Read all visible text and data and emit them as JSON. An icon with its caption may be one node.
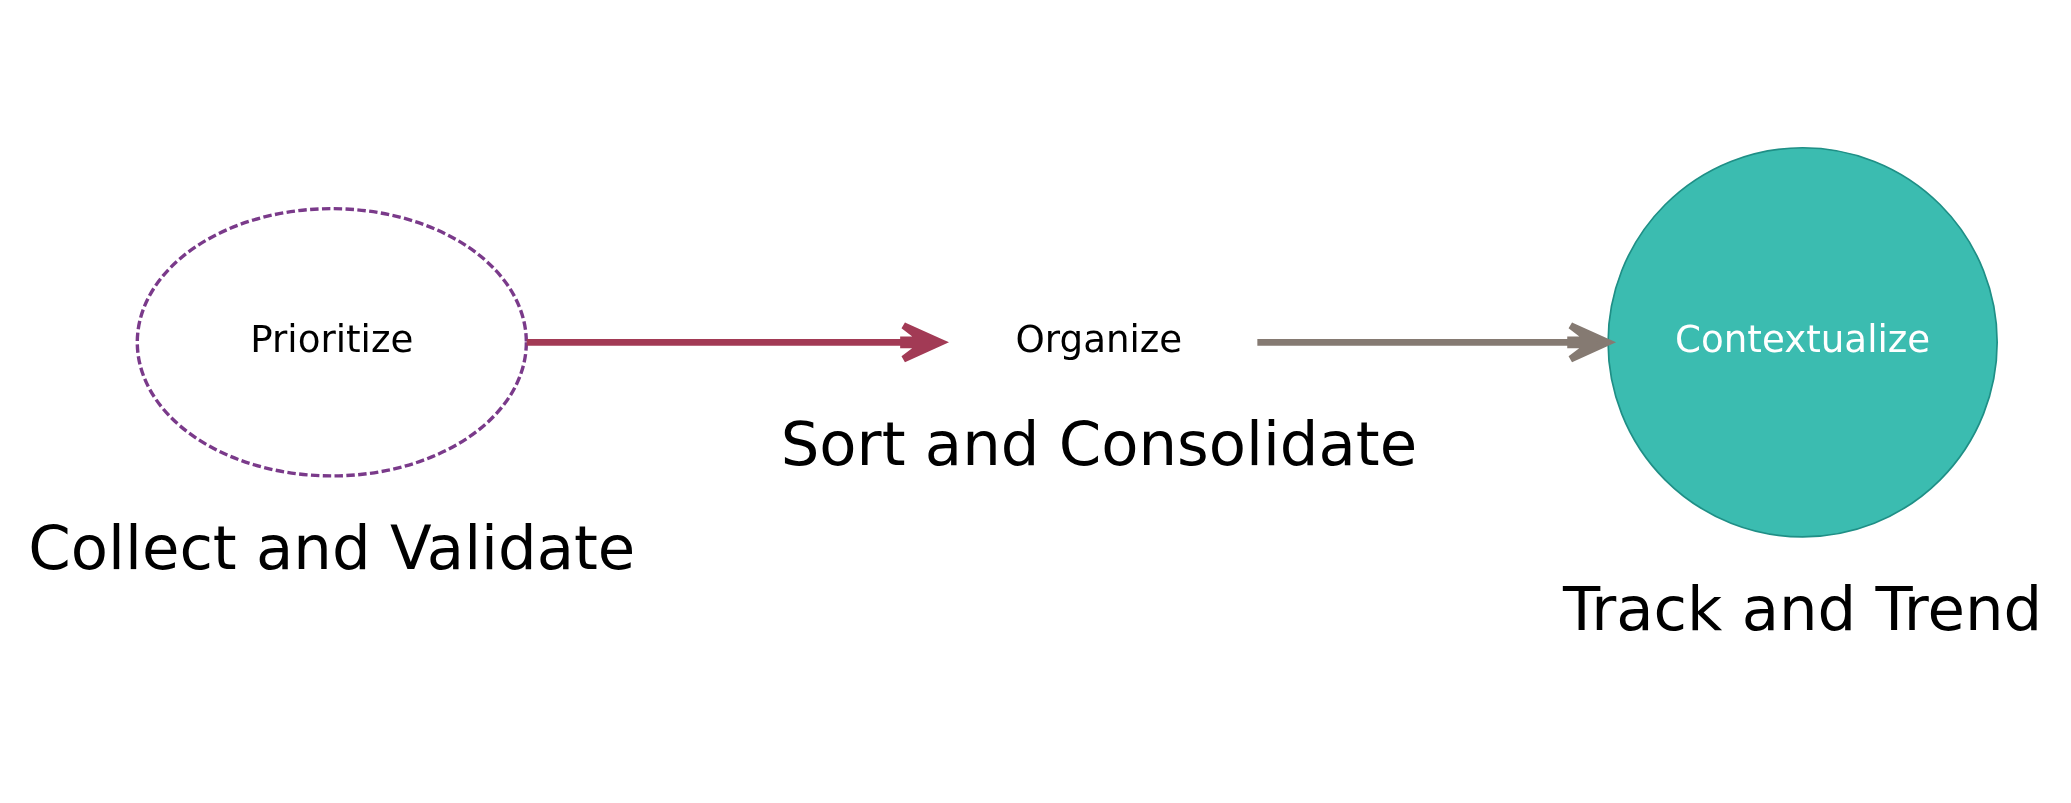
{
  "diagram": {
    "nodes": [
      {
        "text": [
          "Prioritize"
        ],
        "beside": [
          "Collect and Validate"
        ]
      },
      {
        "text": [
          "Organize"
        ],
        "beside": [
          "Sort and Consolidate"
        ]
      },
      {
        "text": [
          "Contextualize"
        ],
        "beside": [
          "Track and Trend"
        ]
      }
    ],
    "edges": [
      {
        "from": 0,
        "to": 1,
        "arrow": "to",
        "color": "#a23a55"
      },
      {
        "from": 1,
        "to": 2,
        "arrow": "to",
        "color": "#857a72"
      }
    ]
  }
}
